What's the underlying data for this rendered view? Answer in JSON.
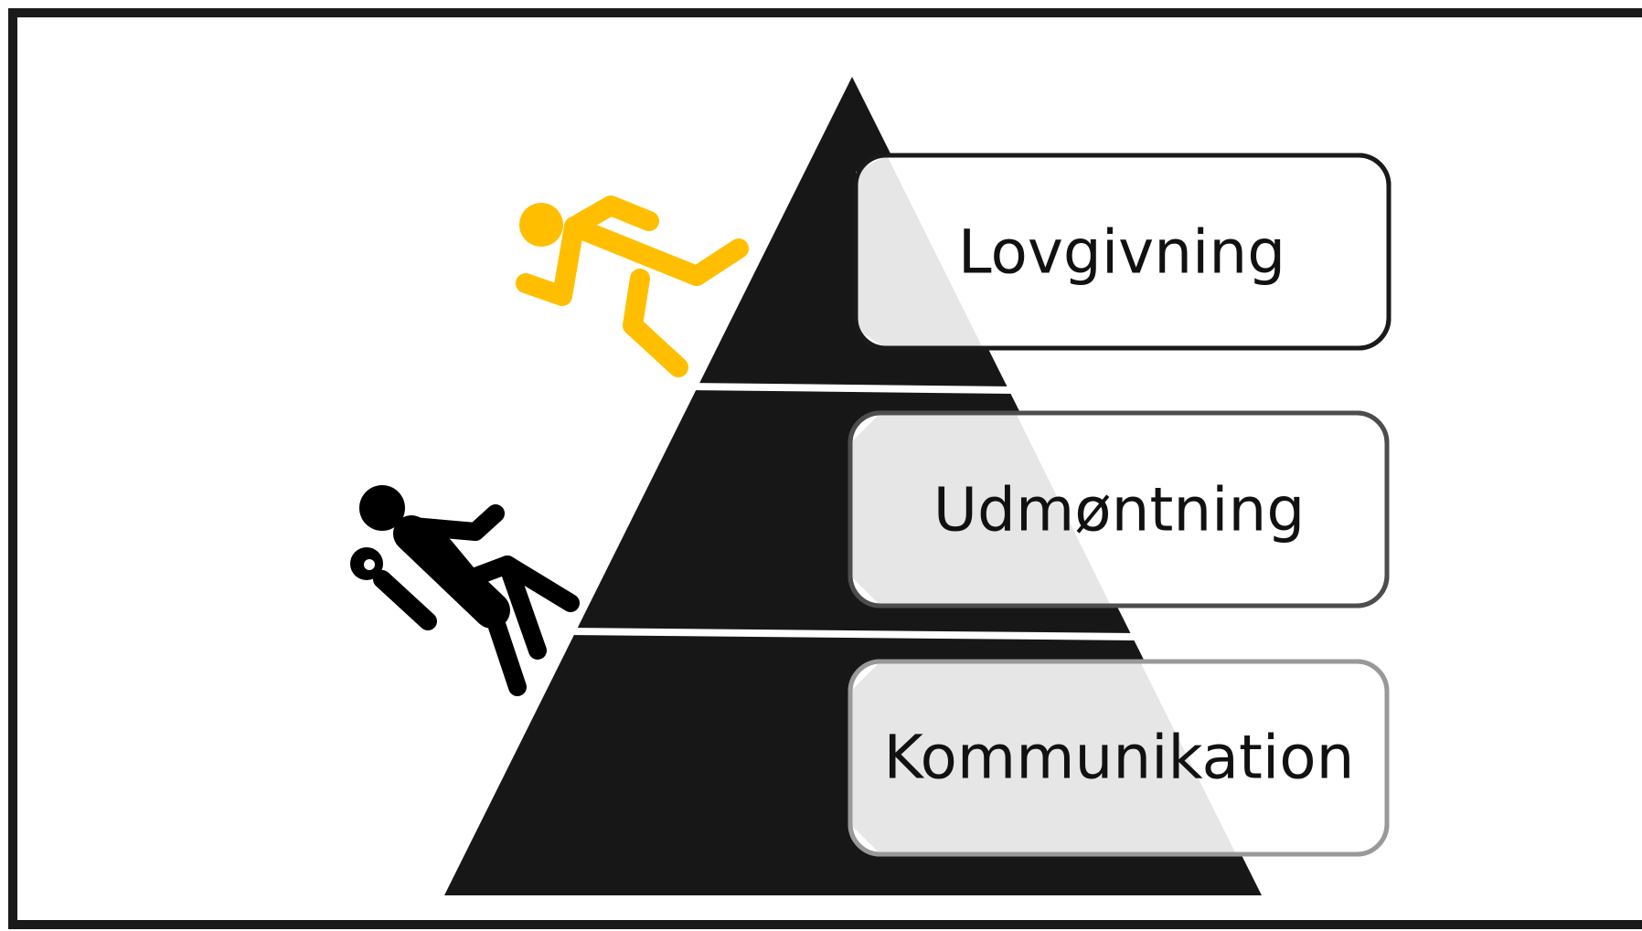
{
  "diagram": {
    "levels": [
      {
        "id": "top",
        "label": "Lovgivning"
      },
      {
        "id": "middle",
        "label": "Udmøntning"
      },
      {
        "id": "bottom",
        "label": "Kommunikation"
      }
    ],
    "colors": {
      "frame": "#1a1a1a",
      "pyramid": "#171717",
      "box_overlay": "#e6e6e6",
      "runner": "#FFBF00",
      "falling_figure": "#000000"
    },
    "icons": {
      "runner": "running-person-icon",
      "faller": "person-falling-icon"
    }
  }
}
